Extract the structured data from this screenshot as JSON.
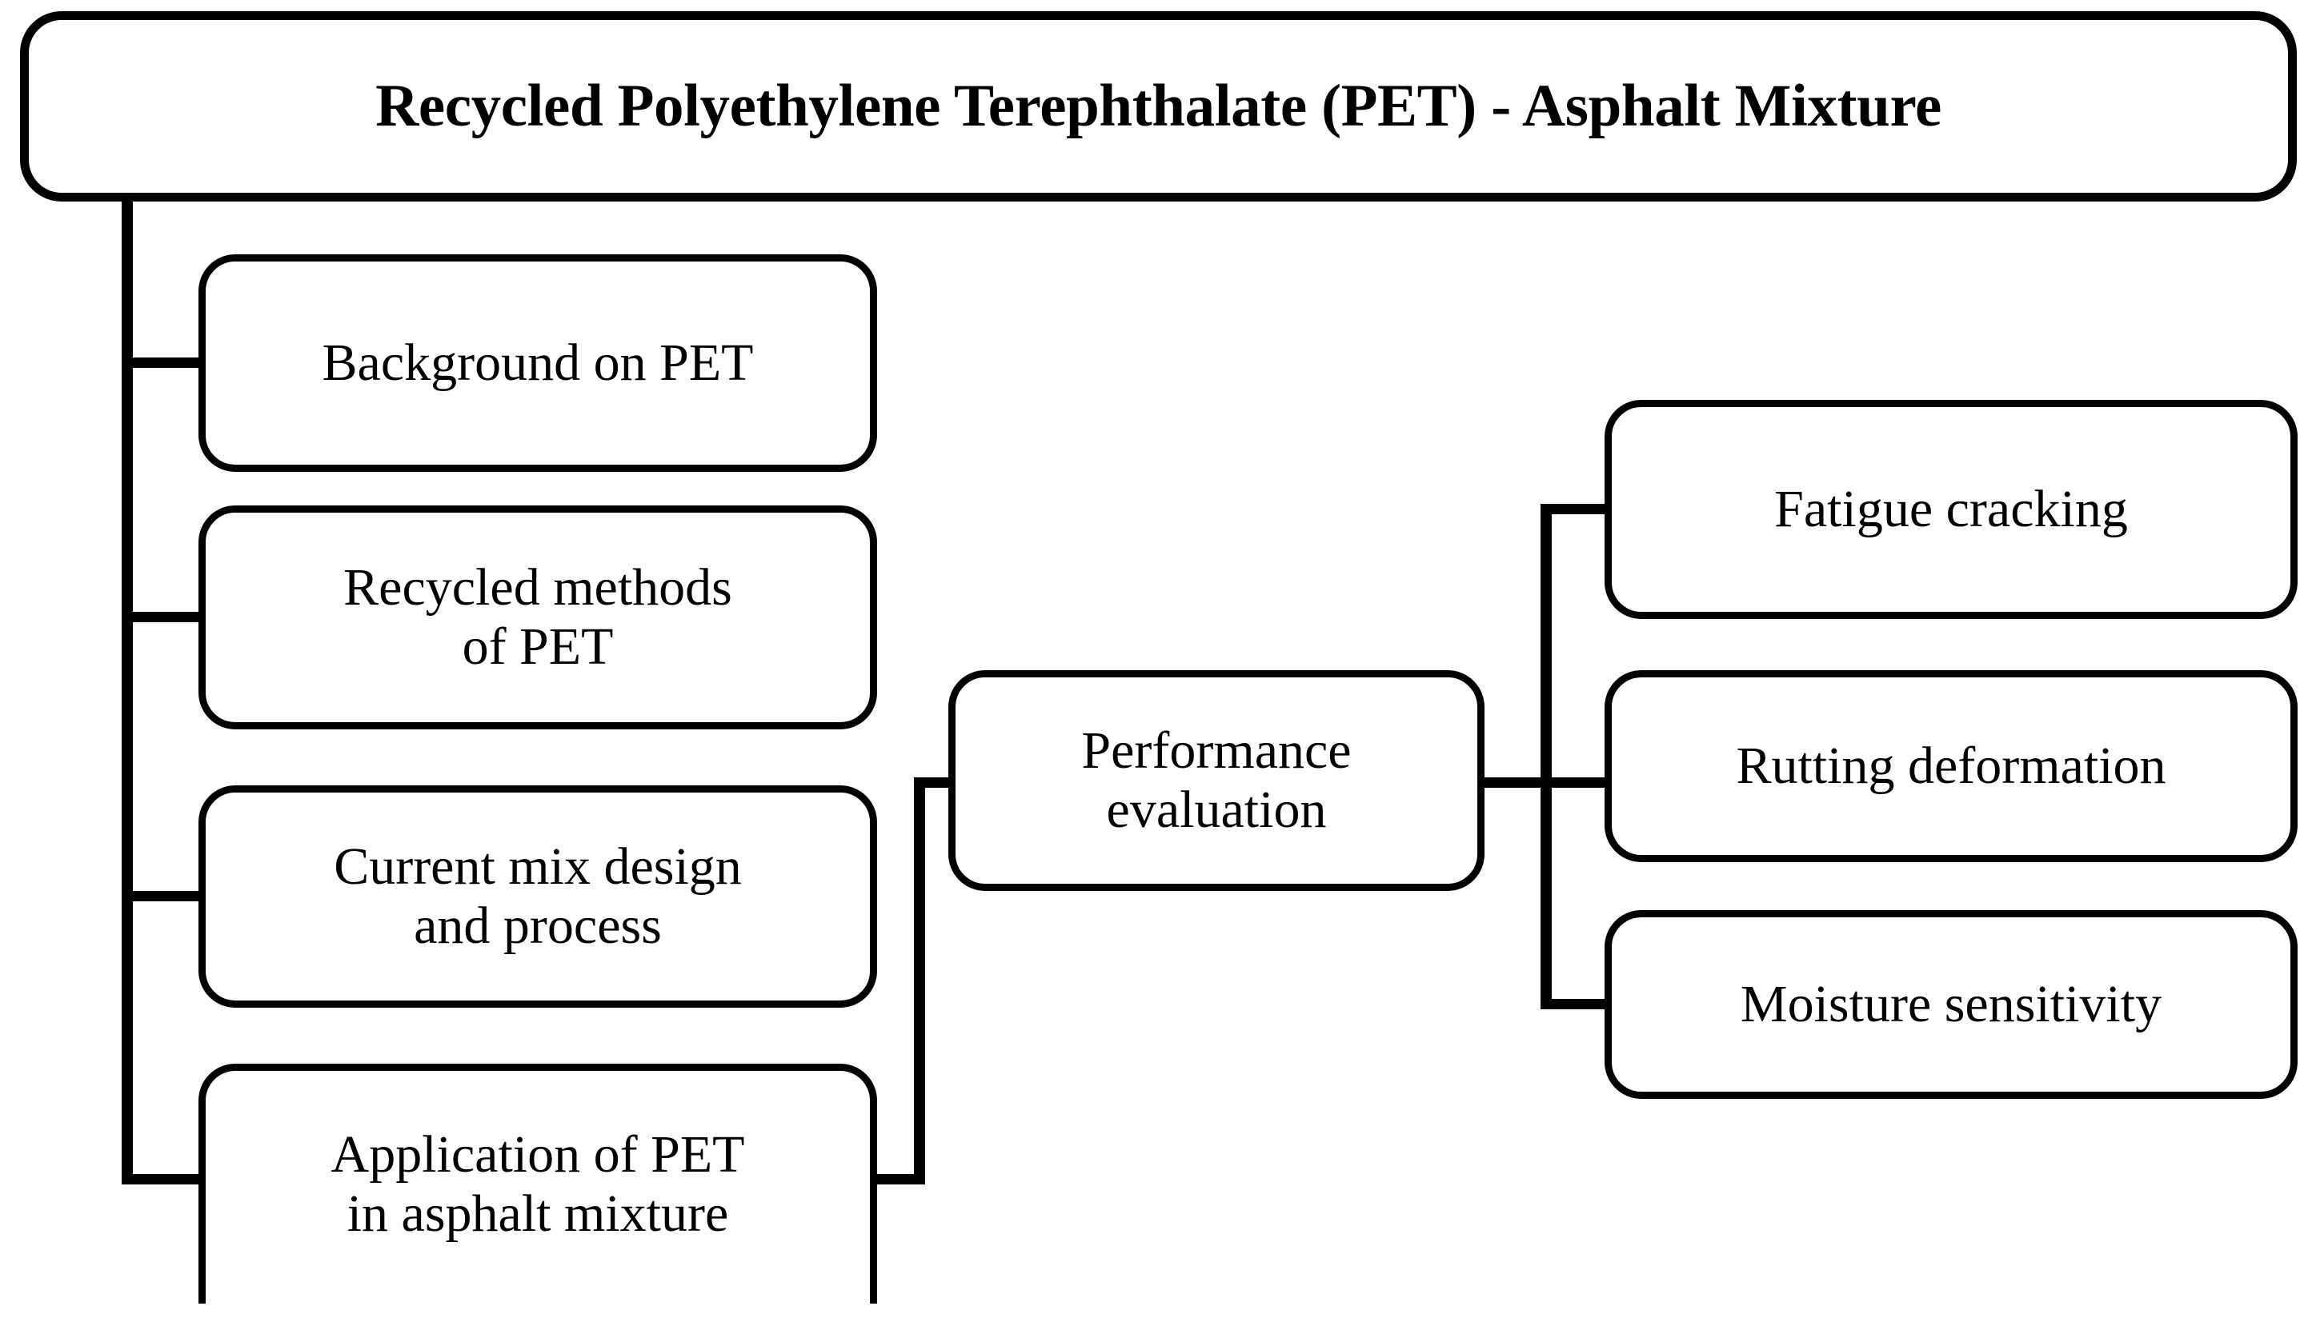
{
  "diagram": {
    "title": "Recycled Polyethylene Terephthalate (PET) - Asphalt Mixture",
    "type": "tree-flowchart",
    "colors": {
      "stroke": "#000000",
      "fill": "#ffffff",
      "text": "#000000"
    },
    "root": {
      "label": "Recycled Polyethylene Terephthalate (PET) - Asphalt Mixture"
    },
    "left_branch": [
      {
        "label": "Background on PET"
      },
      {
        "label": "Recycled methods\nof PET"
      },
      {
        "label": "Current mix design\nand process"
      },
      {
        "label": "Application of PET\nin asphalt mixture"
      }
    ],
    "center": {
      "label": "Performance\nevaluation"
    },
    "right_branch": [
      {
        "label": "Fatigue cracking"
      },
      {
        "label": "Rutting deformation"
      },
      {
        "label": "Moisture sensitivity"
      }
    ]
  }
}
